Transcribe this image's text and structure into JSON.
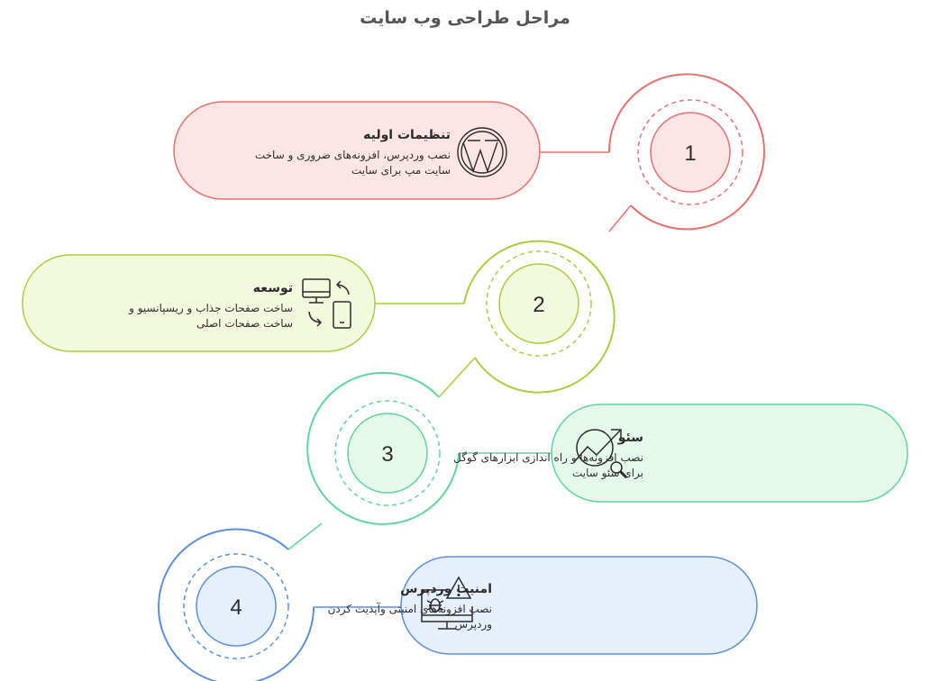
{
  "title": "مراحل طراحی وب سایت",
  "steps": [
    {
      "number": "1",
      "title": "تنظیمات اولیه",
      "description_lines": [
        "نصب وردپرس، افزونه‌های ضروری و ساخت",
        "سایت مپ برای سایت"
      ],
      "icon": "wordpress-icon",
      "color": "#e8706e",
      "fill": "#fce5e4"
    },
    {
      "number": "2",
      "title": "توسعه",
      "description_lines": [
        "ساخت صفحات جذاب و ریسپانسیو و",
        "ساخت صفحات اصلی"
      ],
      "icon": "responsive-devices-icon",
      "color": "#a6cf3c",
      "fill": "#f3f9dd"
    },
    {
      "number": "3",
      "title": "سئو",
      "description_lines": [
        "نصب افزونه‌ها و راه اندازی ابزارهای گوگل",
        "برای سئو سایت"
      ],
      "icon": "seo-growth-icon",
      "color": "#5fd69a",
      "fill": "#e4f8ec"
    },
    {
      "number": "4",
      "title": "امنیت وردپرس",
      "description_lines": [
        "نصب افزونه‌های امنیتی وآپدیت کردن",
        "وردپرس"
      ],
      "icon": "security-warning-icon",
      "color": "#5c8fe0",
      "fill": "#e6effc"
    }
  ]
}
